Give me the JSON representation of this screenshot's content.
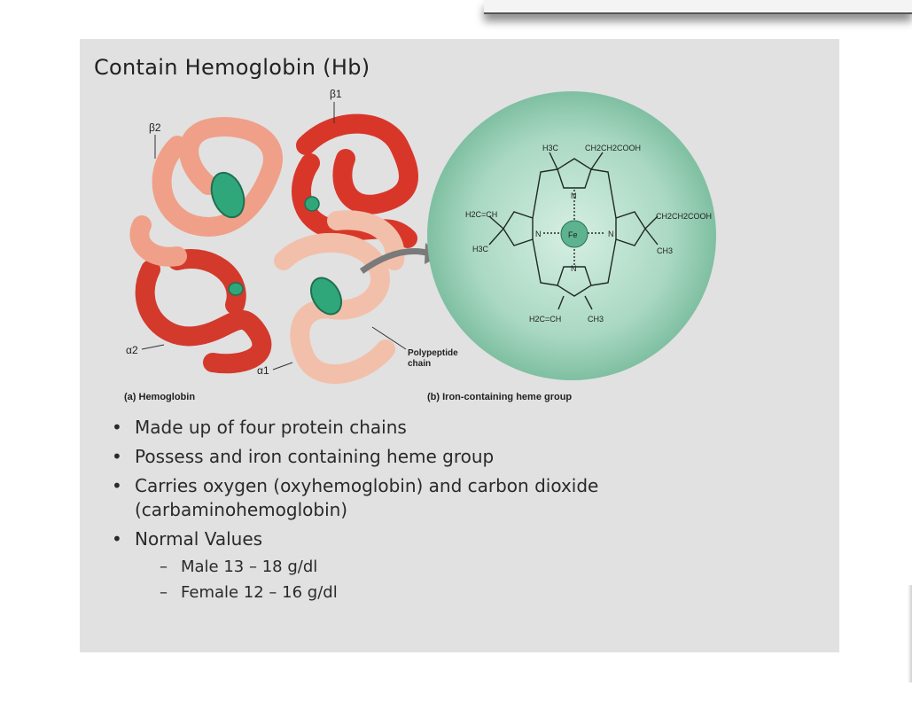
{
  "slide": {
    "title": "Contain Hemoglobin (Hb)",
    "figure": {
      "labels": {
        "beta1": "β1",
        "beta2": "β2",
        "alpha1": "α1",
        "alpha2": "α2",
        "polypeptide_1": "Polypeptide",
        "polypeptide_2": "chain",
        "h3c_top": "H3C",
        "ch2ch2cooh_top": "CH2CH2COOH",
        "h2c_ch_left": "H2C=CH",
        "h3c_left": "H3C",
        "ch2ch2cooh_right": "CH2CH2COOH",
        "ch3_right": "CH3",
        "h2c_ch_bottom": "H2C=CH",
        "ch3_bottom": "CH3",
        "n_top": "N",
        "n_left": "N",
        "n_right": "N",
        "n_bottom": "N",
        "fe": "Fe"
      },
      "caption_a": "(a) Hemoglobin",
      "caption_b": "(b) Iron-containing heme group"
    },
    "bullets": [
      "Made up of four protein chains",
      "Possess and iron containing heme group",
      "Carries oxygen (oxyhemoglobin) and carbon dioxide (carbaminohemoglobin)",
      "Normal Values"
    ],
    "normal_values": [
      "Male 13 – 18 g/dl",
      "Female 12 – 16 g/dl"
    ]
  },
  "colors": {
    "slide_bg": "#e1e1e1",
    "beta_chain": "#d9362a",
    "alpha_chain": "#f0a089",
    "heme_circle": "#9fd0b8"
  }
}
